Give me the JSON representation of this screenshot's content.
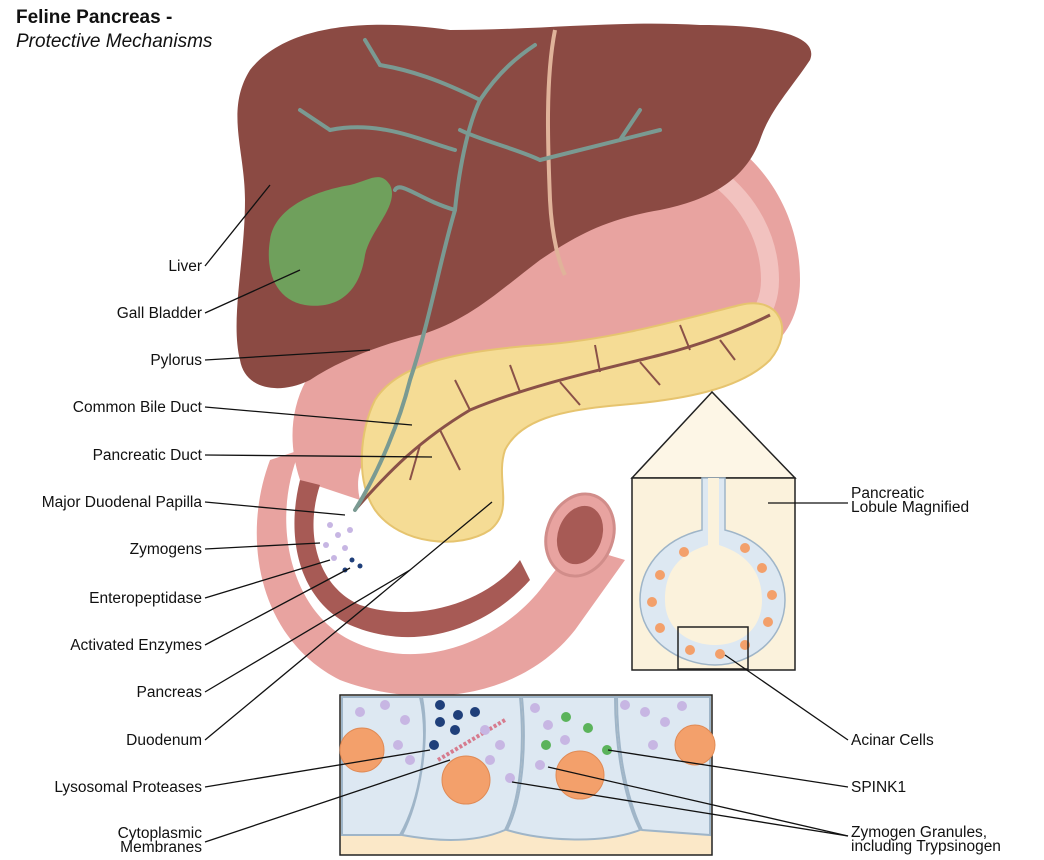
{
  "title": {
    "line1": "Feline Pancreas -",
    "line2": "Protective Mechanisms"
  },
  "labels_left": {
    "liver": "Liver",
    "gall_bladder": "Gall Bladder",
    "pylorus": "Pylorus",
    "common_bile_duct": "Common Bile Duct",
    "pancreatic_duct": "Pancreatic Duct",
    "major_duodenal_papilla": "Major Duodenal Papilla",
    "zymogens": "Zymogens",
    "enteropeptidase": "Enteropeptidase",
    "activated_enzymes": "Activated Enzymes",
    "pancreas": "Pancreas",
    "duodenum": "Duodenum",
    "lysosomal_proteases": "Lysosomal Proteases",
    "cytoplasmic_line1": "Cytoplasmic",
    "cytoplasmic_line2": "Membranes"
  },
  "labels_right": {
    "lobule_line1": "Pancreatic",
    "lobule_line2": "Lobule Magnified",
    "acinar_cells": "Acinar Cells",
    "spink1": "SPINK1",
    "zymogen_line1": "Zymogen Granules,",
    "zymogen_line2": "including Trypsinogen"
  },
  "colors": {
    "liver": "#8b4a43",
    "gall_bladder": "#6fa05c",
    "stomach": "#e8a3a0",
    "pancreas": "#f5dc95",
    "duct": "#7a9a92",
    "lysosome": "#1f3f7a",
    "spink1": "#5bb35b",
    "zymogen": "#c7b6e3",
    "nucleus": "#f3a06b"
  }
}
